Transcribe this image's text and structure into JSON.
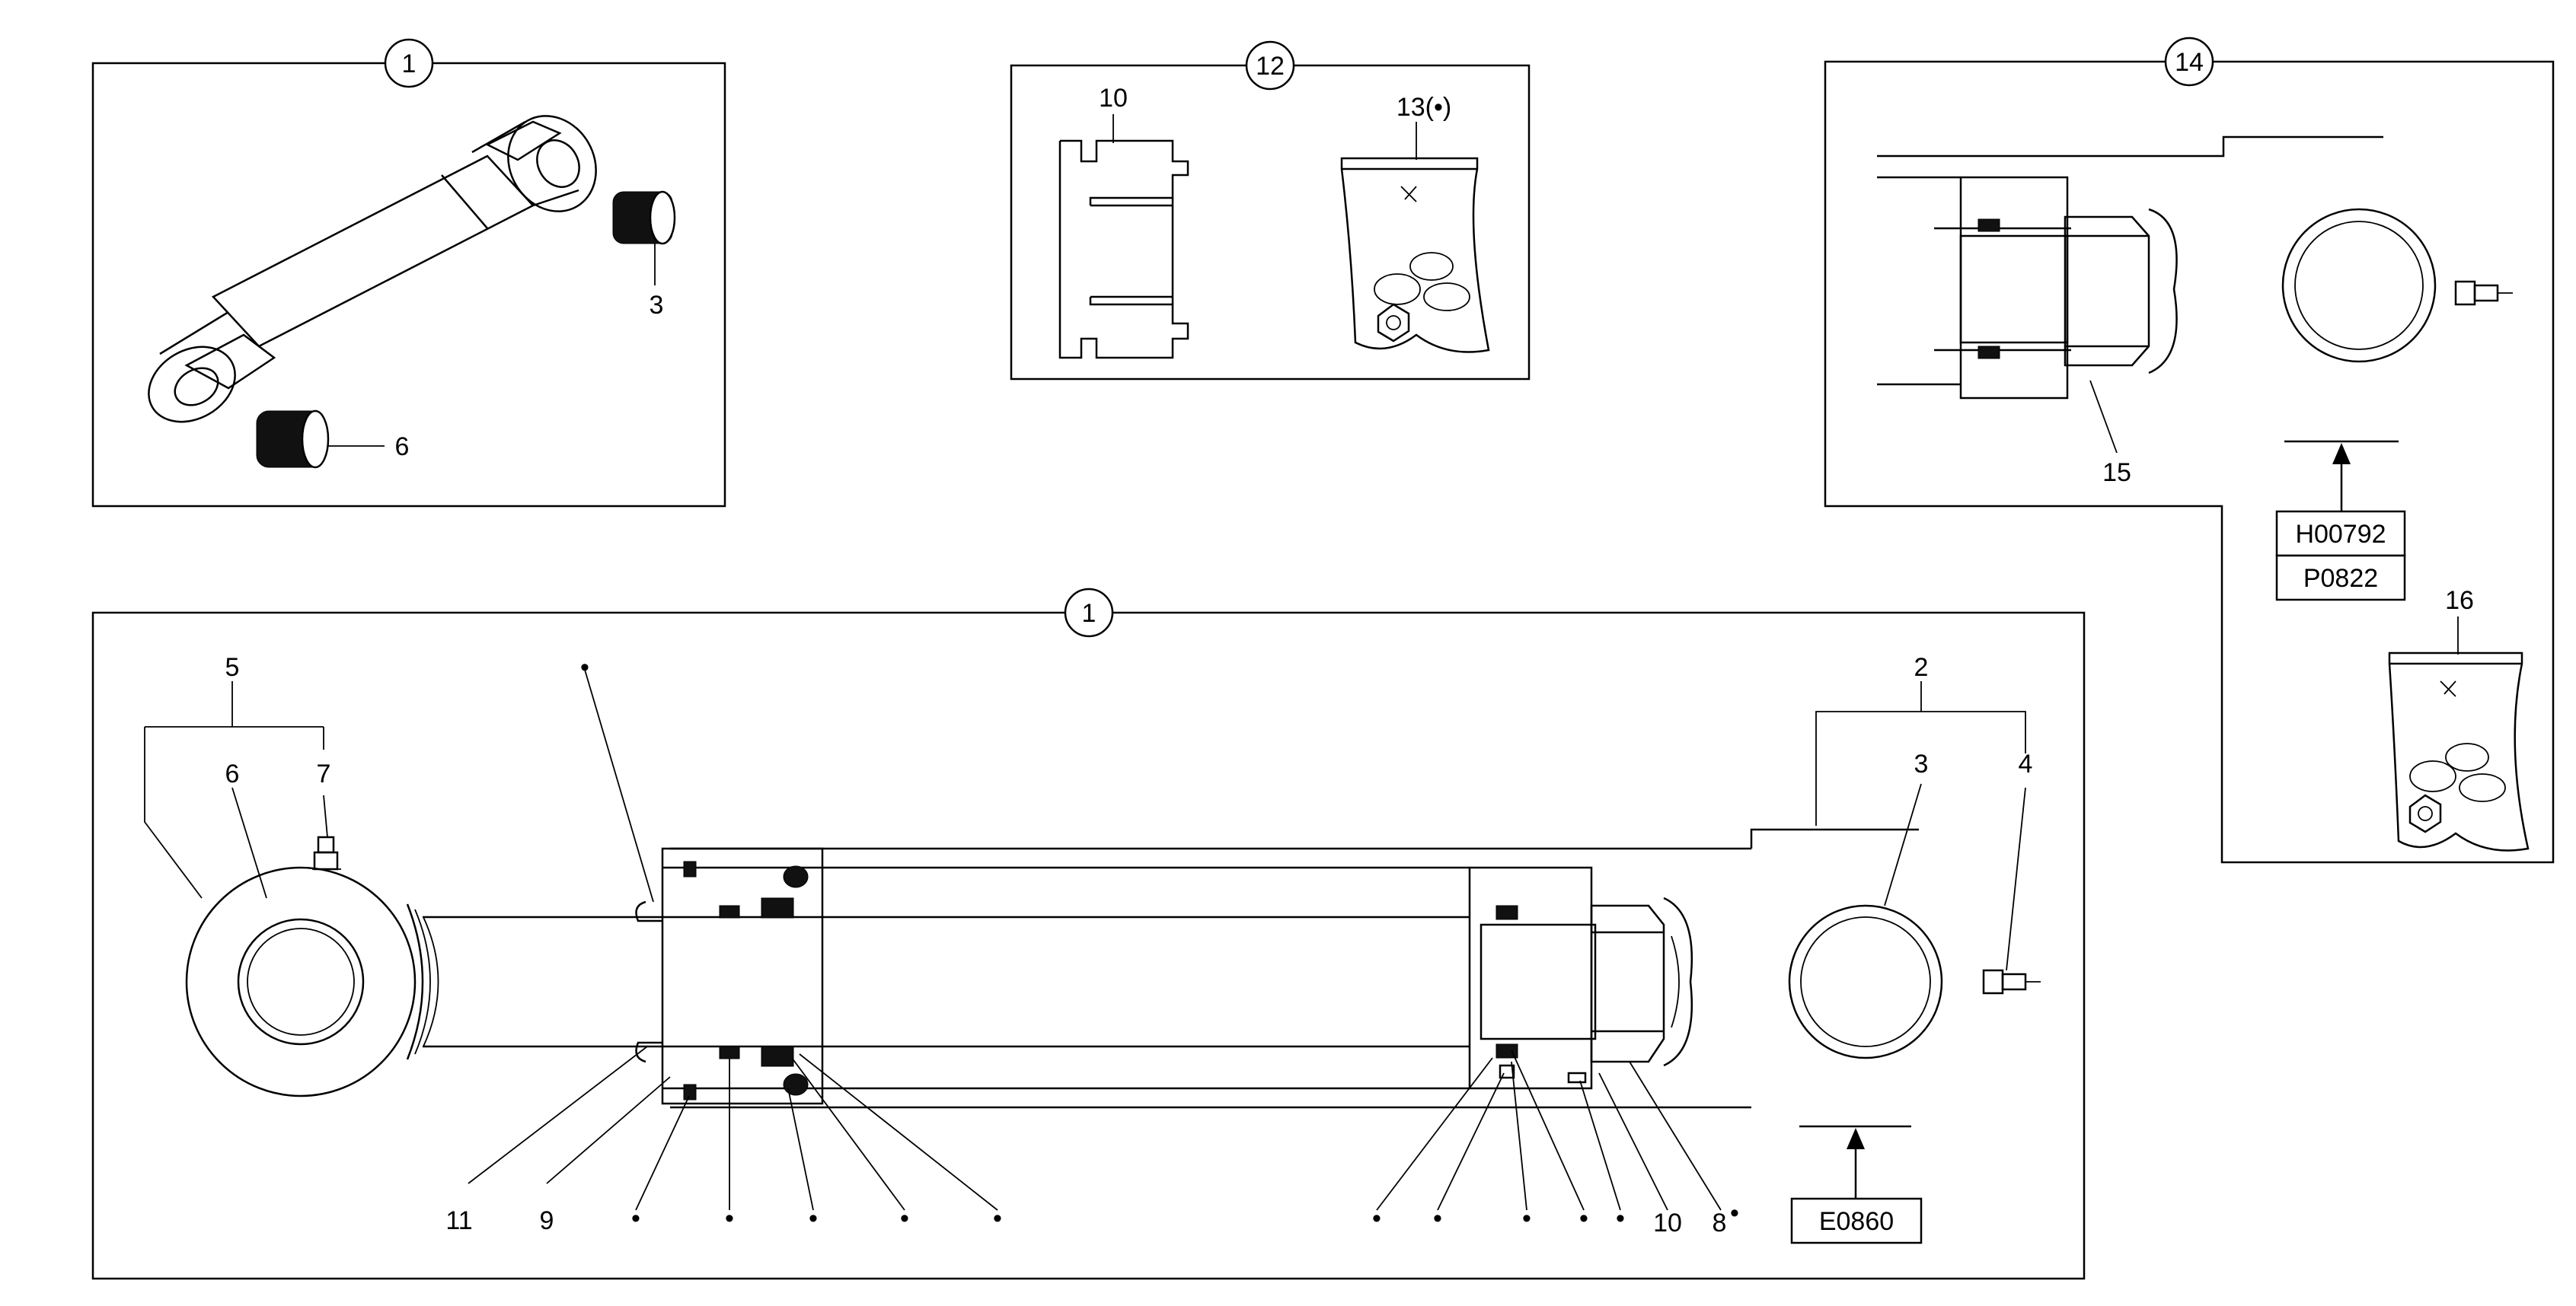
{
  "panels": {
    "top_left": {
      "number": "1",
      "labels": {
        "bushing_top": "3",
        "bushing_bottom": "6"
      }
    },
    "top_mid": {
      "number": "12",
      "labels": {
        "piston": "10",
        "kit": "13(•)"
      }
    },
    "top_right": {
      "number": "14",
      "labels": {
        "nut": "15",
        "kit": "16",
        "ref_top": "H00792",
        "ref_bottom": "P0822"
      }
    },
    "main": {
      "number": "1",
      "labels": {
        "l5": "5",
        "l6": "6",
        "l7": "7",
        "l2": "2",
        "l3": "3",
        "l4": "4",
        "l11": "11",
        "l9": "9",
        "l10": "10",
        "l8": "8",
        "dot": "•",
        "ref": "E0860"
      }
    }
  },
  "colors": {
    "line": "#000000",
    "background": "#ffffff",
    "fill_dark": "#111111"
  }
}
